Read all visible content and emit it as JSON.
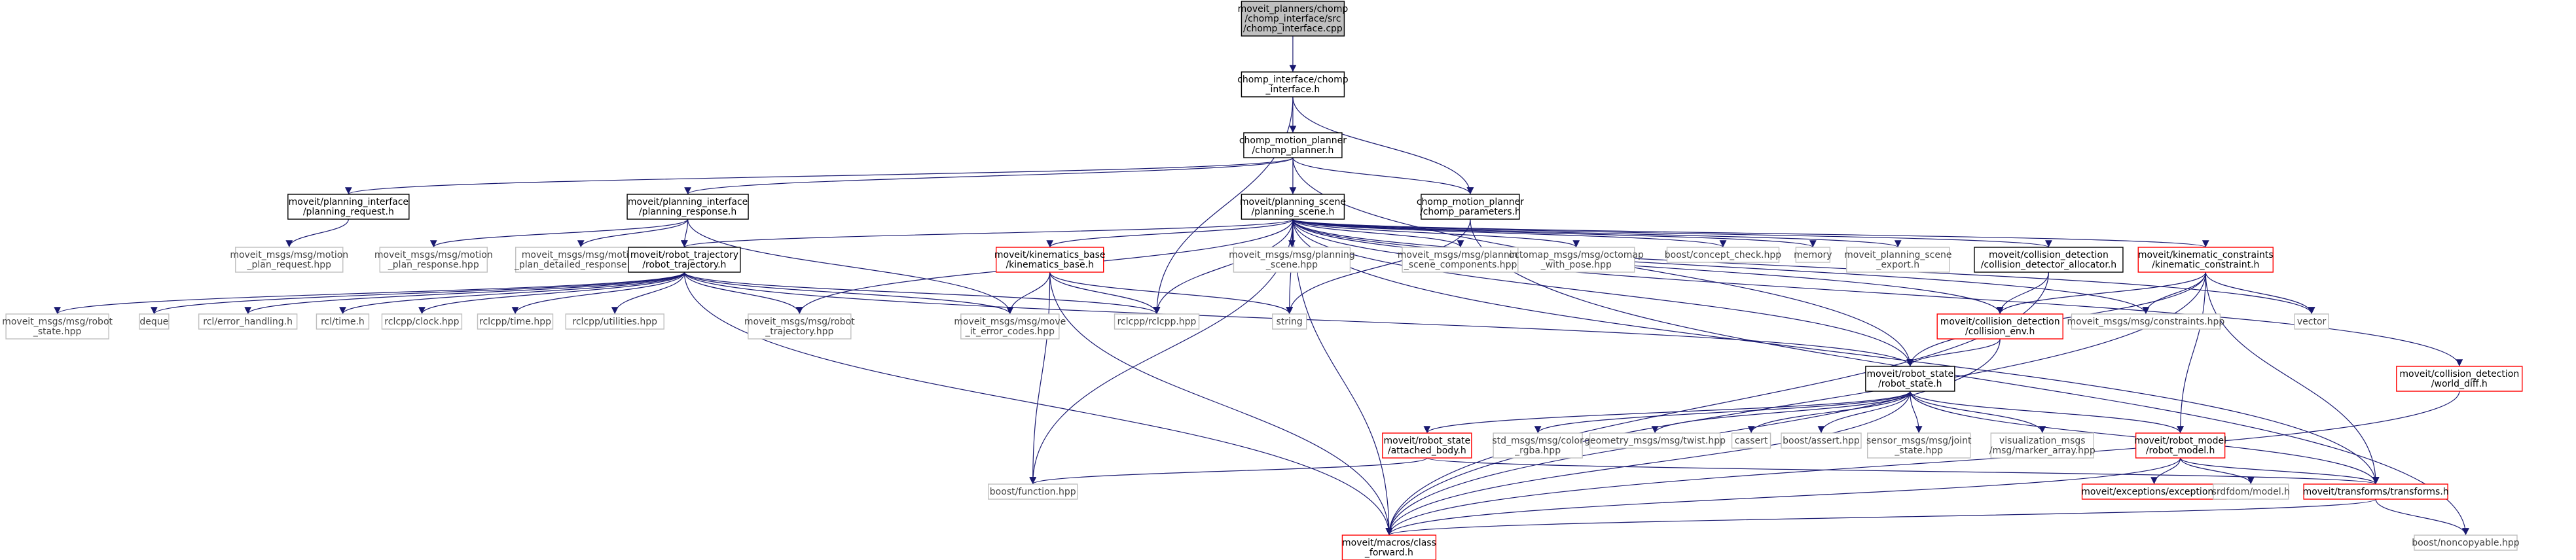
{
  "graph": {
    "colors": {
      "root_fill": "#bfbfbf",
      "doc_border": "#000000",
      "missing_border": "#ff0000",
      "external_border": "#bfbfbf",
      "edge": "#191970"
    },
    "nodes": [
      {
        "id": "root",
        "kind": "root",
        "lines": [
          "moveit_planners/chomp",
          "/chomp_interface/src",
          "/chomp_interface.cpp"
        ]
      },
      {
        "id": "ci",
        "kind": "doc",
        "lines": [
          "chomp_interface/chomp",
          "_interface.h"
        ]
      },
      {
        "id": "cmp",
        "kind": "doc",
        "lines": [
          "chomp_motion_planner",
          "/chomp_planner.h"
        ]
      },
      {
        "id": "pireq",
        "kind": "doc",
        "lines": [
          "moveit/planning_interface",
          "/planning_request.h"
        ]
      },
      {
        "id": "pires",
        "kind": "doc",
        "lines": [
          "moveit/planning_interface",
          "/planning_response.h"
        ]
      },
      {
        "id": "ps",
        "kind": "doc",
        "lines": [
          "moveit/planning_scene",
          "/planning_scene.h"
        ]
      },
      {
        "id": "cpar",
        "kind": "doc",
        "lines": [
          "chomp_motion_planner",
          "/chomp_parameters.h"
        ]
      },
      {
        "id": "mreq",
        "kind": "ext",
        "lines": [
          "moveit_msgs/msg/motion",
          "_plan_request.hpp"
        ]
      },
      {
        "id": "mres",
        "kind": "ext",
        "lines": [
          "moveit_msgs/msg/motion",
          "_plan_response.hpp"
        ]
      },
      {
        "id": "mdet",
        "kind": "ext",
        "lines": [
          "moveit_msgs/msg/motion",
          "_plan_detailed_response.hpp"
        ]
      },
      {
        "id": "rt",
        "kind": "doc",
        "lines": [
          "moveit/robot_trajectory",
          "/robot_trajectory.h"
        ]
      },
      {
        "id": "kb",
        "kind": "err",
        "lines": [
          "moveit/kinematics_base",
          "/kinematics_base.h"
        ]
      },
      {
        "id": "mpsc",
        "kind": "ext",
        "lines": [
          "moveit_msgs/msg/planning",
          "_scene.hpp"
        ]
      },
      {
        "id": "mpscc",
        "kind": "ext",
        "lines": [
          "moveit_msgs/msg/planning",
          "_scene_components.hpp"
        ]
      },
      {
        "id": "octo",
        "kind": "ext",
        "lines": [
          "octomap_msgs/msg/octomap",
          "_with_pose.hpp"
        ]
      },
      {
        "id": "bcc",
        "kind": "ext",
        "lines": [
          "boost/concept_check.hpp"
        ]
      },
      {
        "id": "memory",
        "kind": "ext",
        "lines": [
          "memory"
        ]
      },
      {
        "id": "psexp",
        "kind": "ext",
        "lines": [
          "moveit_planning_scene",
          "_export.h"
        ]
      },
      {
        "id": "cda",
        "kind": "doc",
        "lines": [
          "moveit/collision_detection",
          "/collision_detector_allocator.h"
        ]
      },
      {
        "id": "kc",
        "kind": "err",
        "lines": [
          "moveit/kinematic_constraints",
          "/kinematic_constraint.h"
        ]
      },
      {
        "id": "mrs",
        "kind": "ext",
        "lines": [
          "moveit_msgs/msg/robot",
          "_state.hpp"
        ]
      },
      {
        "id": "deque",
        "kind": "ext",
        "lines": [
          "deque"
        ]
      },
      {
        "id": "rcleh",
        "kind": "ext",
        "lines": [
          "rcl/error_handling.h"
        ]
      },
      {
        "id": "rcltime",
        "kind": "ext",
        "lines": [
          "rcl/time.h"
        ]
      },
      {
        "id": "rclclock",
        "kind": "ext",
        "lines": [
          "rclcpp/clock.hpp"
        ]
      },
      {
        "id": "rcltimehpp",
        "kind": "ext",
        "lines": [
          "rclcpp/time.hpp"
        ]
      },
      {
        "id": "rclutil",
        "kind": "ext",
        "lines": [
          "rclcpp/utilities.hpp"
        ]
      },
      {
        "id": "mrt",
        "kind": "ext",
        "lines": [
          "moveit_msgs/msg/robot",
          "_trajectory.hpp"
        ]
      },
      {
        "id": "mmec",
        "kind": "ext",
        "lines": [
          "moveit_msgs/msg/move",
          "_it_error_codes.hpp"
        ]
      },
      {
        "id": "rclcpp",
        "kind": "ext",
        "lines": [
          "rclcpp/rclcpp.hpp"
        ]
      },
      {
        "id": "string",
        "kind": "ext",
        "lines": [
          "string"
        ]
      },
      {
        "id": "cenv",
        "kind": "err",
        "lines": [
          "moveit/collision_detection",
          "/collision_env.h"
        ]
      },
      {
        "id": "mcons",
        "kind": "ext",
        "lines": [
          "moveit_msgs/msg/constraints.hpp"
        ]
      },
      {
        "id": "vector",
        "kind": "ext",
        "lines": [
          "vector"
        ]
      },
      {
        "id": "rs",
        "kind": "doc",
        "lines": [
          "moveit/robot_state",
          "/robot_state.h"
        ]
      },
      {
        "id": "wdiff",
        "kind": "err",
        "lines": [
          "moveit/collision_detection",
          "/world_diff.h"
        ]
      },
      {
        "id": "ab",
        "kind": "err",
        "lines": [
          "moveit/robot_state",
          "/attached_body.h"
        ]
      },
      {
        "id": "color",
        "kind": "ext",
        "lines": [
          "std_msgs/msg/color",
          "_rgba.hpp"
        ]
      },
      {
        "id": "twist",
        "kind": "ext",
        "lines": [
          "geometry_msgs/msg/twist.hpp"
        ]
      },
      {
        "id": "cassert",
        "kind": "ext",
        "lines": [
          "cassert"
        ]
      },
      {
        "id": "bassert",
        "kind": "ext",
        "lines": [
          "boost/assert.hpp"
        ]
      },
      {
        "id": "joint",
        "kind": "ext",
        "lines": [
          "sensor_msgs/msg/joint",
          "_state.hpp"
        ]
      },
      {
        "id": "marker",
        "kind": "ext",
        "lines": [
          "visualization_msgs",
          "/msg/marker_array.hpp"
        ]
      },
      {
        "id": "rm",
        "kind": "err",
        "lines": [
          "moveit/robot_model",
          "/robot_model.h"
        ]
      },
      {
        "id": "bfunc",
        "kind": "ext",
        "lines": [
          "boost/function.hpp"
        ]
      },
      {
        "id": "exc",
        "kind": "err",
        "lines": [
          "moveit/exceptions/exceptions.h"
        ]
      },
      {
        "id": "srdf",
        "kind": "ext",
        "lines": [
          "srdfdom/model.h"
        ]
      },
      {
        "id": "tf",
        "kind": "err",
        "lines": [
          "moveit/transforms/transforms.h"
        ]
      },
      {
        "id": "macros",
        "kind": "err",
        "lines": [
          "moveit/macros/class",
          "_forward.h"
        ]
      },
      {
        "id": "noncopy",
        "kind": "ext",
        "lines": [
          "boost/noncopyable.hpp"
        ]
      }
    ]
  }
}
